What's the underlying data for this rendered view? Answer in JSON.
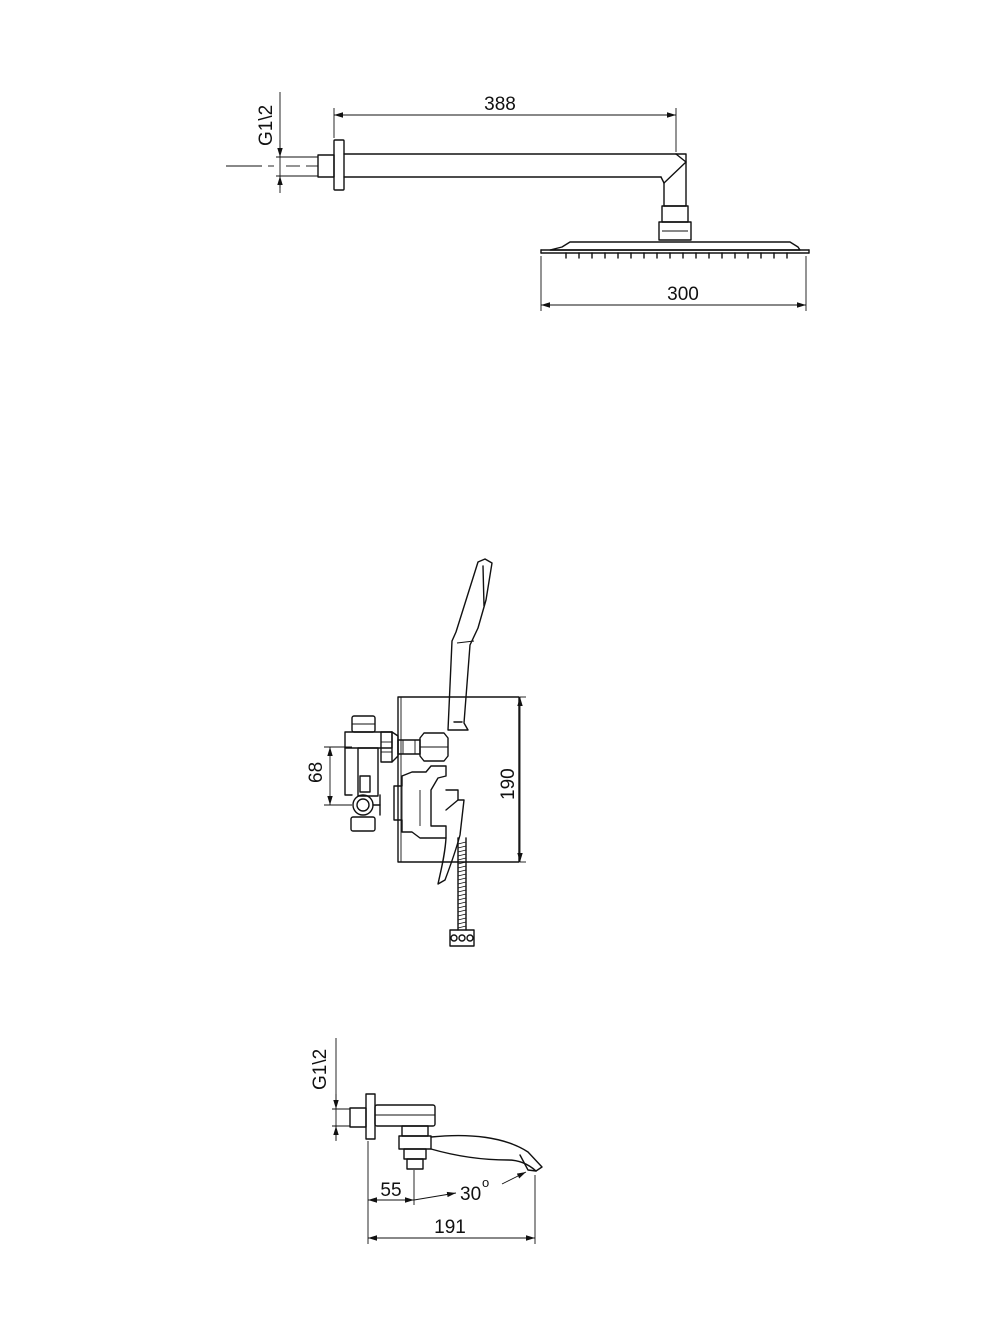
{
  "drawings": {
    "shower_head": {
      "thread_label": "G1\\2",
      "arm_length": "388",
      "head_width": "300"
    },
    "mixer": {
      "inlet_spacing": "68",
      "height": "190"
    },
    "spout": {
      "thread_label": "G1\\2",
      "offset": "55",
      "angle": "30",
      "angle_unit": "o",
      "length": "191"
    }
  }
}
